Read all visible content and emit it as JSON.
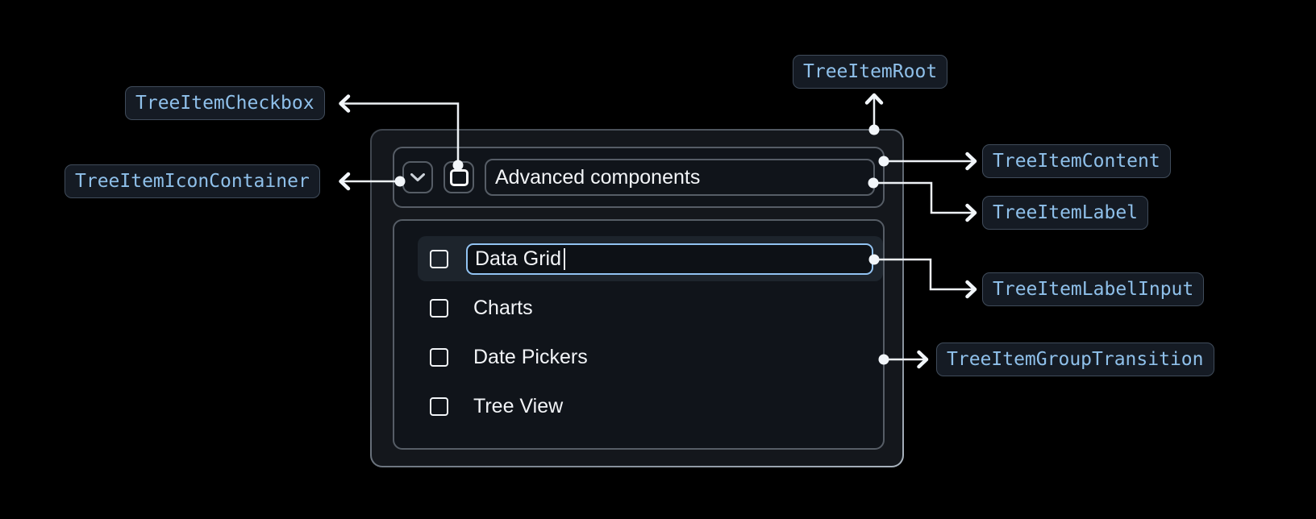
{
  "annotations": {
    "tree_item_checkbox": "TreeItemCheckbox",
    "tree_item_icon_container": "TreeItemIconContainer",
    "tree_item_root": "TreeItemRoot",
    "tree_item_content": "TreeItemContent",
    "tree_item_label": "TreeItemLabel",
    "tree_item_label_input": "TreeItemLabelInput",
    "tree_item_group_transition": "TreeItemGroupTransition"
  },
  "component": {
    "parent_label": "Advanced components",
    "parent_state": "expanded",
    "items": [
      {
        "label": "Data Grid",
        "state": "editing",
        "input_value": "Data Grid"
      },
      {
        "label": "Charts",
        "state": "default"
      },
      {
        "label": "Date Pickers",
        "state": "default"
      },
      {
        "label": "Tree View",
        "state": "default"
      }
    ]
  },
  "colors": {
    "page_bg": "#000000",
    "annotation_text": "#8fc0ea",
    "annotation_bg": "#151b24",
    "annotation_border": "#404c5b",
    "box_border": "#565d66",
    "root_border_light": "#a9b3be",
    "input_focus_border": "#92c3f2",
    "row_highlight_bg": "#1d242c",
    "connector": "#edf1f5",
    "text": "#f2f4f7"
  }
}
